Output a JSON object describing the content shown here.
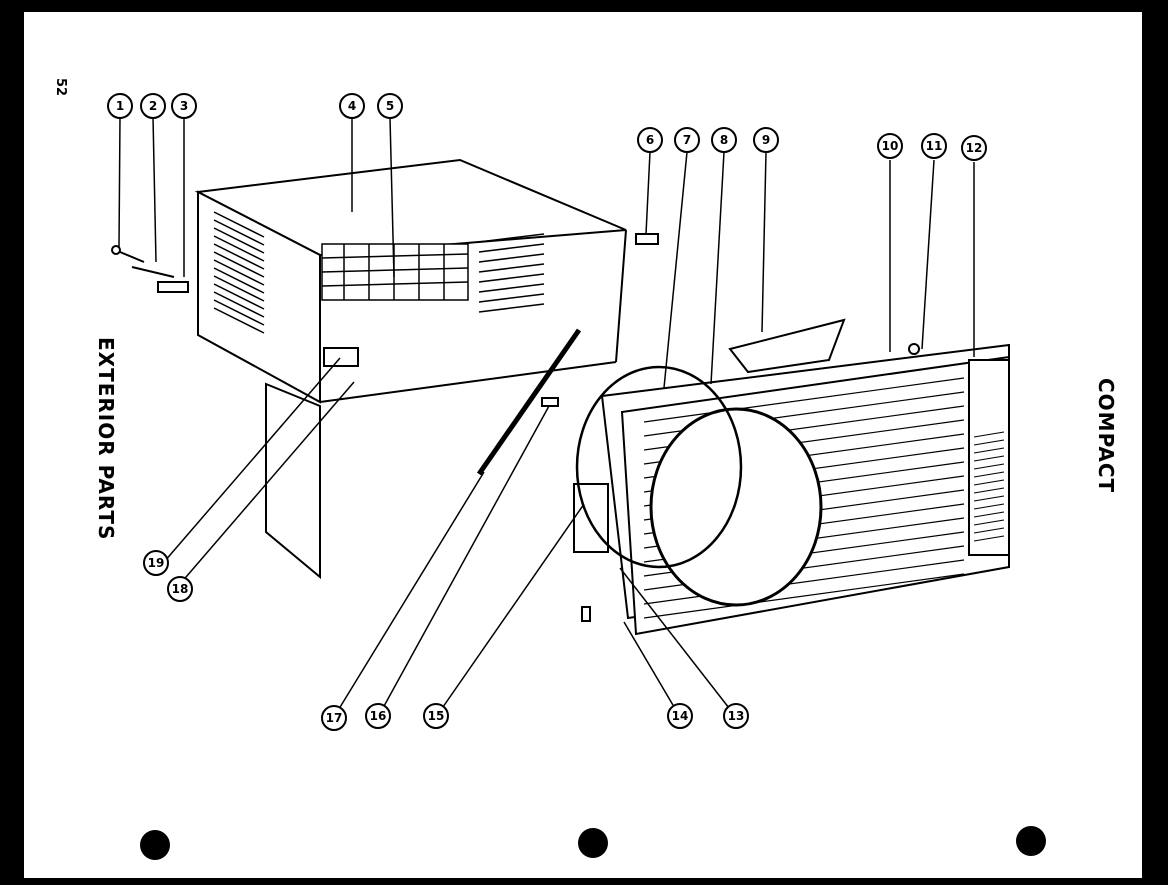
{
  "diagram": {
    "page_number": "52",
    "side_title_left": "EXTERIOR PARTS",
    "side_title_right": "COMPACT",
    "callouts": [
      "1",
      "2",
      "3",
      "4",
      "5",
      "6",
      "7",
      "8",
      "9",
      "10",
      "11",
      "12",
      "13",
      "14",
      "15",
      "16",
      "17",
      "18",
      "19"
    ],
    "part_icons": [
      "screw-icon",
      "washer-icon",
      "clip-icon",
      "cabinet-icon",
      "grille-icon",
      "bracket-icon",
      "gasket-icon",
      "frame-icon",
      "panel-icon",
      "front-grille-icon",
      "knob-icon",
      "louver-icon",
      "seal-icon",
      "spring-clip-icon",
      "block-icon",
      "screw-icon",
      "angle-strip-icon",
      "side-panel-icon",
      "bracket-icon"
    ]
  }
}
